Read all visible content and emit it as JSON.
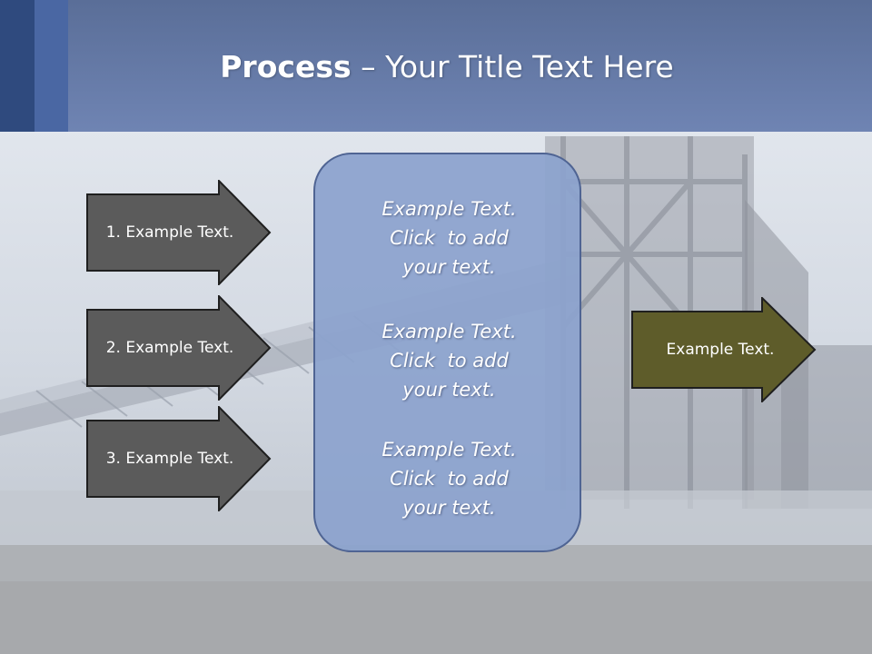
{
  "title": {
    "bold": "Process",
    "rest": " – Your Title Text Here"
  },
  "inputs": [
    {
      "label": "1. Example Text."
    },
    {
      "label": "2. Example Text."
    },
    {
      "label": "3. Example Text."
    }
  ],
  "center_blocks": [
    {
      "lines": [
        "Example Text.",
        "Click  to add",
        "your text."
      ]
    },
    {
      "lines": [
        "Example Text.",
        "Click  to add",
        "your text."
      ]
    },
    {
      "lines": [
        "Example Text.",
        "Click  to add",
        "your text."
      ]
    }
  ],
  "output": {
    "label": "Example Text."
  },
  "colors": {
    "header": "#6f84b3",
    "input_arrow_fill": "#5b5b5b",
    "output_arrow_fill": "#5e5c2a",
    "center_box_fill": "#8ca3cd"
  }
}
